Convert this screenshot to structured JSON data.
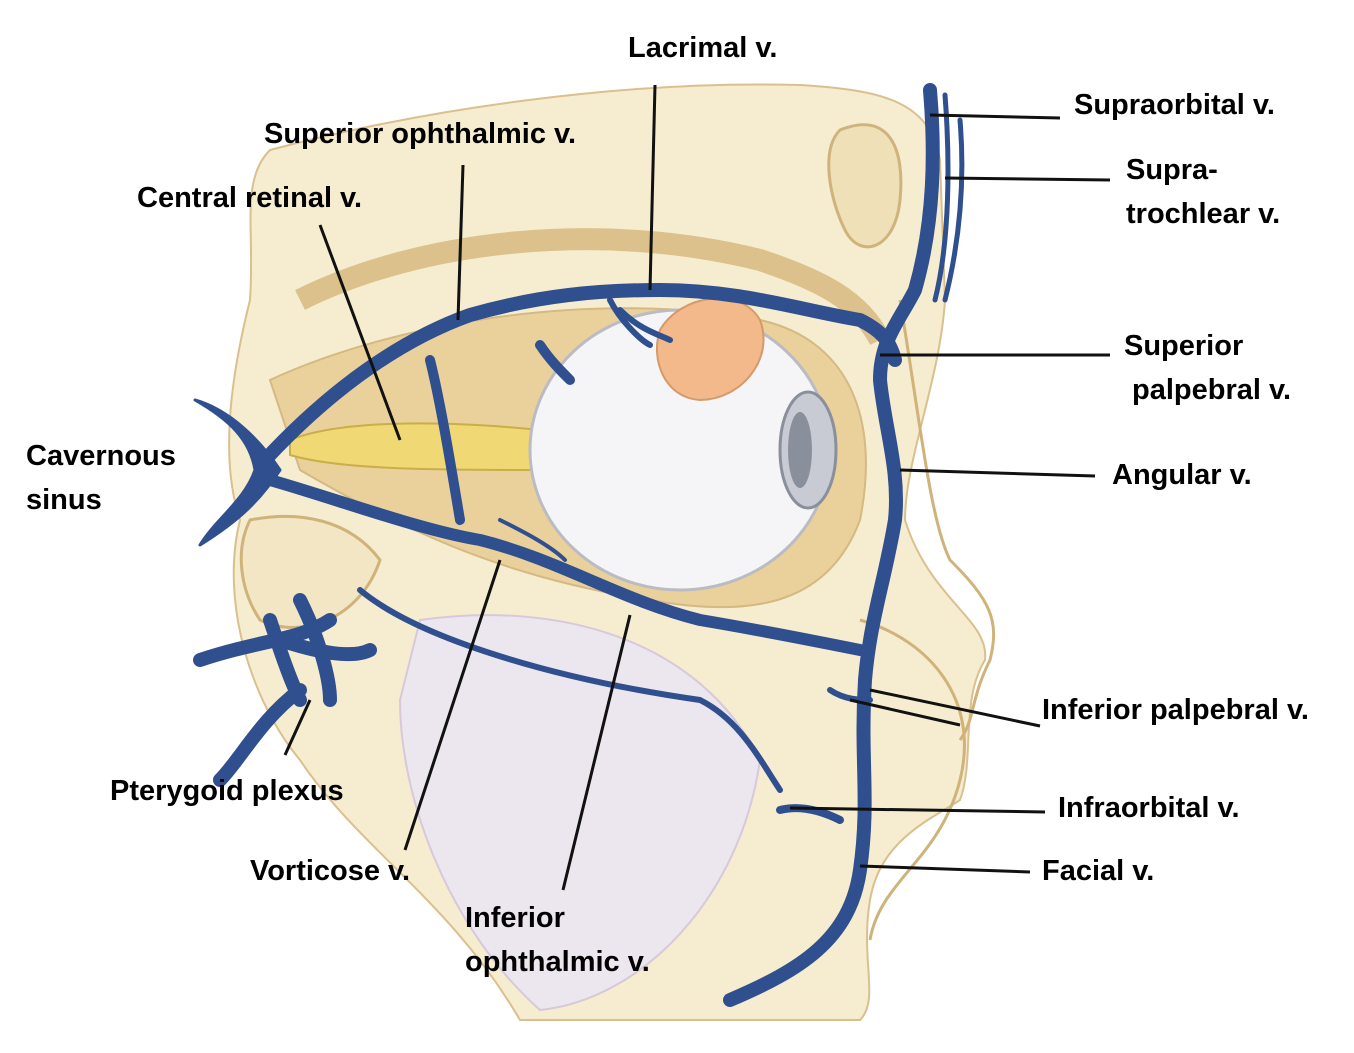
{
  "figure": {
    "labels": {
      "lacrimal": "Lacrimal v.",
      "supraorbital": "Supraorbital v.",
      "superior_ophthalmic": "Superior ophthalmic v.",
      "central_retinal": "Central retinal v.",
      "supratrochlear_1": "Supra-",
      "supratrochlear_2": "trochlear v.",
      "superior_palpebral_1": "Superior",
      "superior_palpebral_2": "palpebral v.",
      "cavernous_1": "Cavernous",
      "cavernous_2": "sinus",
      "angular": "Angular v.",
      "inferior_palpebral": "Inferior palpebral v.",
      "pterygoid": "Pterygoid plexus",
      "infraorbital": "Infraorbital v.",
      "vorticose": "Vorticose v.",
      "facial": "Facial v.",
      "inferior_ophthalmic_1": "Inferior",
      "inferior_ophthalmic_2": "ophthalmic v."
    },
    "colors": {
      "vein": "#2f4f8f",
      "vein_highlight": "#5a7fc0",
      "bone": "#f3e6c4",
      "bone_dark": "#d9c08e",
      "fat": "#e6c98d",
      "nerve": "#f2de7a",
      "eyeball": "#f4f4f6",
      "iris": "#8a8f9c",
      "gland": "#f3b98a",
      "line": "#111111"
    }
  }
}
